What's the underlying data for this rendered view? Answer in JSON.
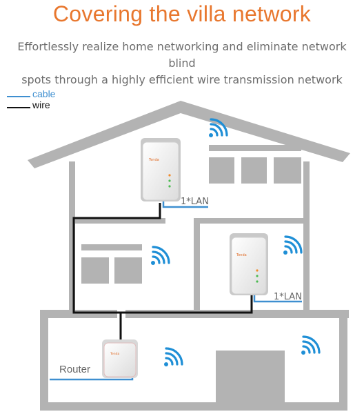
{
  "header": {
    "title": "Covering the villa network",
    "subtitle_line1": "Effortlessly realize home networking and eliminate network blind",
    "subtitle_line2": "spots through a highly efficient wire transmission network"
  },
  "legend": {
    "cable_label": "cable",
    "wire_label": "wire",
    "cable_color": "#3e8fd0",
    "wire_color": "#111111"
  },
  "diagram": {
    "lan_label_upper": "1*LAN",
    "lan_label_lower": "1*LAN",
    "router_label": "Router",
    "adapter_brand": "Tenda",
    "house_color": "#b3b3b3",
    "wifi_color": "#1f8fd6",
    "icons": [
      "wifi-icon",
      "powerline-adapter-icon",
      "window-icon",
      "door-icon"
    ]
  }
}
